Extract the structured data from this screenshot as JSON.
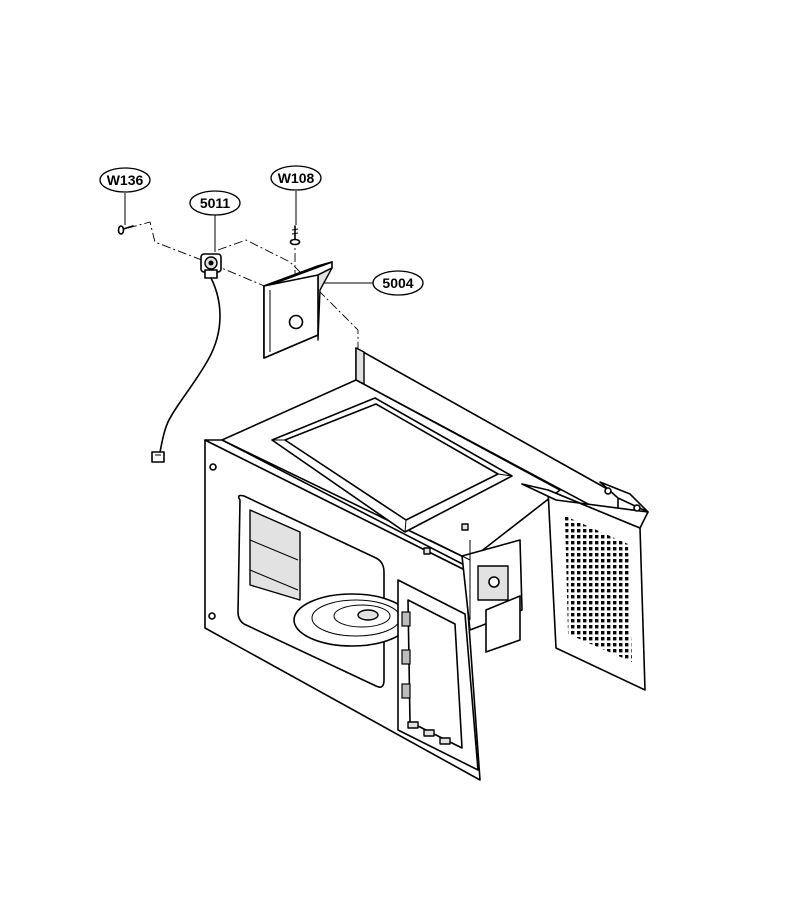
{
  "callouts": {
    "w136": "W136",
    "p5011": "5011",
    "w108": "W108",
    "p5004": "5004"
  },
  "colors": {
    "line": "#000000",
    "background": "#ffffff",
    "shade": "#e2e2e2"
  }
}
